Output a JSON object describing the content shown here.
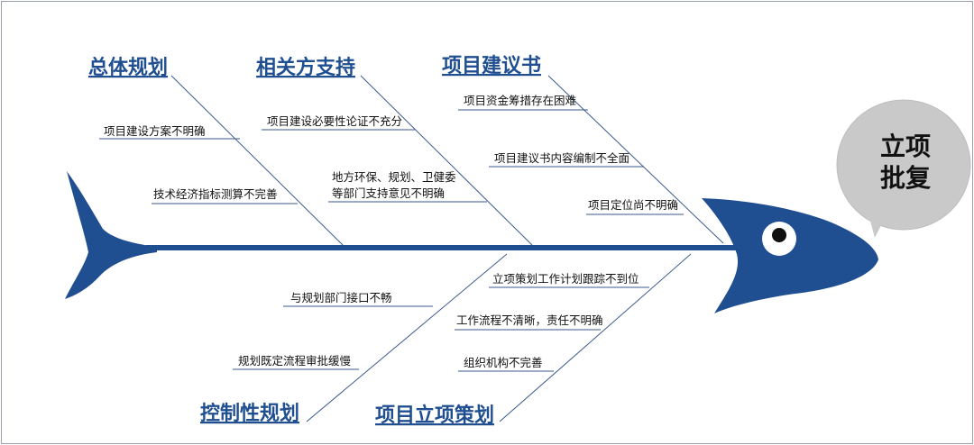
{
  "diagram": {
    "head_label_line1": "立项",
    "head_label_line2": "批复",
    "colors": {
      "fish": "#1f4e91",
      "bone": "#2d4e86",
      "category_text": "#1f4e91",
      "bubble": "#c8c8c8"
    },
    "categories": {
      "total_plan": {
        "label": "总体规划",
        "causes": [
          "项目建设方案不明确",
          "技术经济指标测算不完善"
        ]
      },
      "stakeholder": {
        "label": "相关方支持",
        "causes": [
          "项目建设必要性论证不充分",
          "地方环保、规划、卫健委",
          "等部门支持意见不明确"
        ]
      },
      "proposal": {
        "label": "项目建议书",
        "causes": [
          "项目资金筹措存在困难",
          "项目建议书内容编制不全面",
          "项目定位尚不明确"
        ]
      },
      "controlled_plan": {
        "label": "控制性规划",
        "causes": [
          "与规划部门接口不畅",
          "规划既定流程审批缓慢"
        ]
      },
      "project_planning": {
        "label": "项目立项策划",
        "causes": [
          "立项策划工作计划跟踪不到位",
          "工作流程不清晰，责任不明确",
          "组织机构不完善"
        ]
      }
    }
  }
}
